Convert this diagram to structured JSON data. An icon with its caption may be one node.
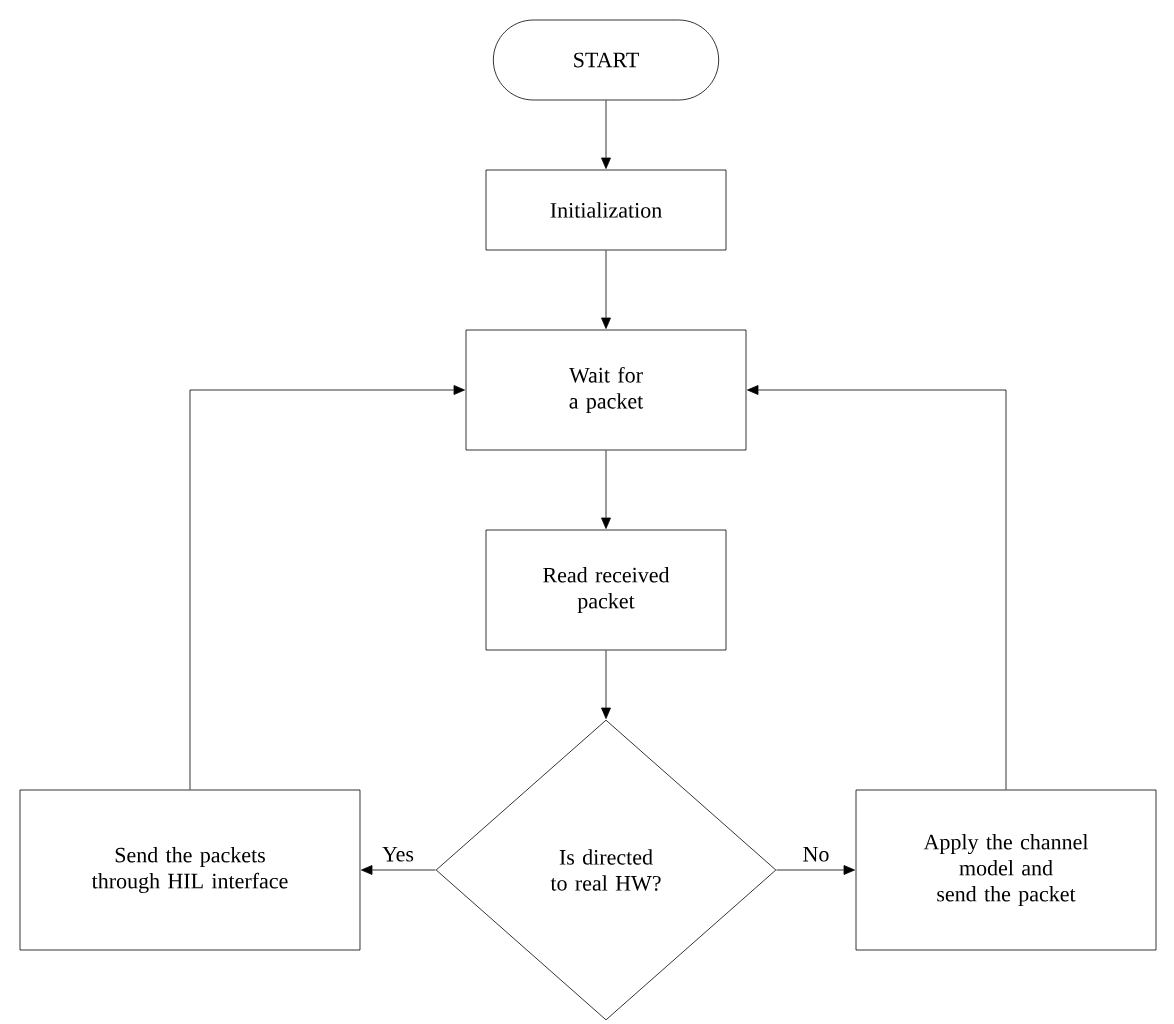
{
  "diagram": {
    "nodes": [
      {
        "text": [
          "START"
        ]
      },
      {
        "text": [
          "Initialization"
        ]
      },
      {
        "text": [
          "Wait for a packet"
        ]
      },
      {
        "text": [
          "Read received packet"
        ]
      },
      {
        "text": [
          "Is directed to real HW?"
        ]
      },
      {
        "text": [
          "Send the packets through HIL interface"
        ]
      },
      {
        "text": [
          "Apply the channel model and send the packet"
        ]
      }
    ],
    "edges": [
      {
        "from": 0,
        "to": 1,
        "arrow": "to"
      },
      {
        "from": 1,
        "to": 2,
        "arrow": "to"
      },
      {
        "from": 2,
        "to": 3,
        "arrow": "to"
      },
      {
        "from": 3,
        "to": 4,
        "arrow": "to"
      },
      {
        "from": 4,
        "to": 5,
        "arrow": "to",
        "label": "Yes"
      },
      {
        "from": 4,
        "to": 6,
        "arrow": "to",
        "label": "No"
      },
      {
        "from": 5,
        "to": 2,
        "arrow": "to"
      },
      {
        "from": 6,
        "to": 2,
        "arrow": "to"
      }
    ]
  }
}
